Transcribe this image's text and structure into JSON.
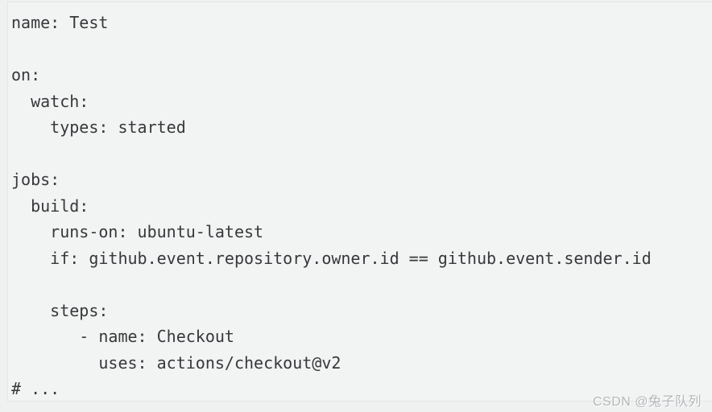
{
  "page": {
    "background": "#eff1f1"
  },
  "code_block": {
    "background": "#f2f3f3",
    "border_color": "#e3e6e6",
    "text_color": "#36393b",
    "lines": [
      "name: Test",
      "",
      "on:",
      "  watch:",
      "    types: started",
      "",
      "jobs:",
      "  build:",
      "    runs-on: ubuntu-latest",
      "    if: github.event.repository.owner.id == github.event.sender.id",
      "",
      "    steps:",
      "       - name: Checkout",
      "         uses: actions/checkout@v2",
      "# ..."
    ]
  },
  "watermark": {
    "text": "CSDN @兔子队列",
    "color": "#b4b7b9"
  }
}
